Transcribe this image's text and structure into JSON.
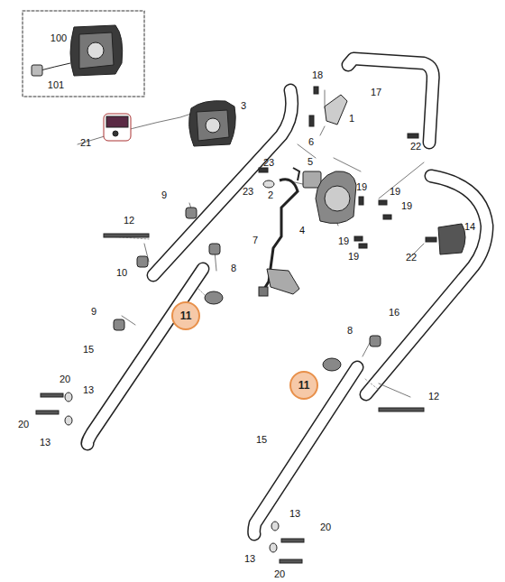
{
  "diagram": {
    "nodes": [
      {
        "text": [
          "11"
        ]
      },
      {
        "text": [
          "11"
        ]
      }
    ],
    "labels": [
      "100",
      "101",
      "3",
      "21",
      "18",
      "17",
      "1",
      "6",
      "22",
      "23",
      "23",
      "2",
      "5",
      "19",
      "19",
      "19",
      "4",
      "19",
      "19",
      "9",
      "12",
      "10",
      "8",
      "7",
      "14",
      "22",
      "9",
      "15",
      "16",
      "8",
      "12",
      "20",
      "13",
      "20",
      "13",
      "15",
      "13",
      "20",
      "13",
      "20"
    ]
  }
}
